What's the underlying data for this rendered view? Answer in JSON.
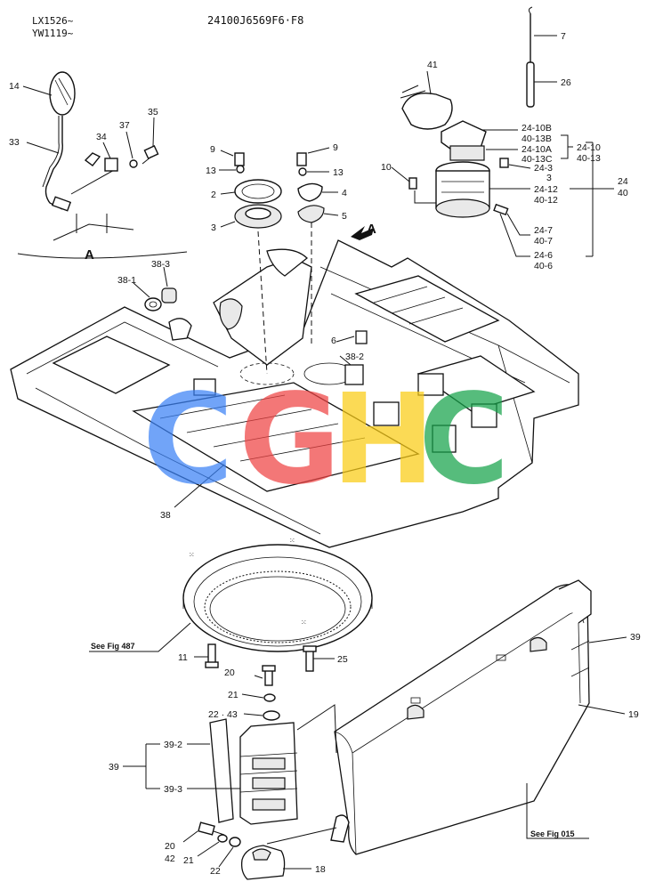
{
  "header": {
    "serial_1": "LX1526~",
    "serial_2": "YW1119~",
    "drawing_no": "24100J6569F6·F8"
  },
  "view_labels": {
    "view_a_callout": "A",
    "view_a_caption": "A"
  },
  "references": {
    "fig_487": "See Fig 487",
    "fig_015": "See Fig 015"
  },
  "watermark": {
    "letters": [
      "C",
      "G",
      "H",
      "C"
    ],
    "colors": [
      "#3b82f6",
      "#ef4444",
      "#facc15",
      "#16a34a"
    ]
  },
  "parts": {
    "p7": "7",
    "p26": "26",
    "p41": "41",
    "p24_10b": "24-10B",
    "p40_13b": "40-13B",
    "p24_10a": "24-10A",
    "p40_13c": "40-13C",
    "p24_10": "24-10",
    "p40_13": "40-13",
    "p24_3": "24-3",
    "p3b": "3",
    "p24": "24",
    "p40": "40",
    "p24_12": "24-12",
    "p40_12": "40-12",
    "p24_7": "24-7",
    "p40_7": "40-7",
    "p24_6": "24-6",
    "p40_6": "40-6",
    "p10": "10",
    "p9a": "9",
    "p13a": "13",
    "p2": "2",
    "p3a": "3",
    "p9b": "9",
    "p13b": "13",
    "p4": "4",
    "p5": "5",
    "p14": "14",
    "p33": "33",
    "p34": "34",
    "p37": "37",
    "p35": "35",
    "p38_1": "38-1",
    "p38_3": "38-3",
    "p38_2": "38-2",
    "p6": "6",
    "p38": "38",
    "p11": "11",
    "p25": "25",
    "p20a": "20",
    "p21a": "21",
    "p22_43": "22 · 43",
    "p39_2": "39-2",
    "p39a": "39",
    "p39_3": "39-3",
    "p39b": "39",
    "p19": "19",
    "p20b": "20",
    "p42": "42",
    "p21b": "21",
    "p22b": "22",
    "p18": "18"
  }
}
